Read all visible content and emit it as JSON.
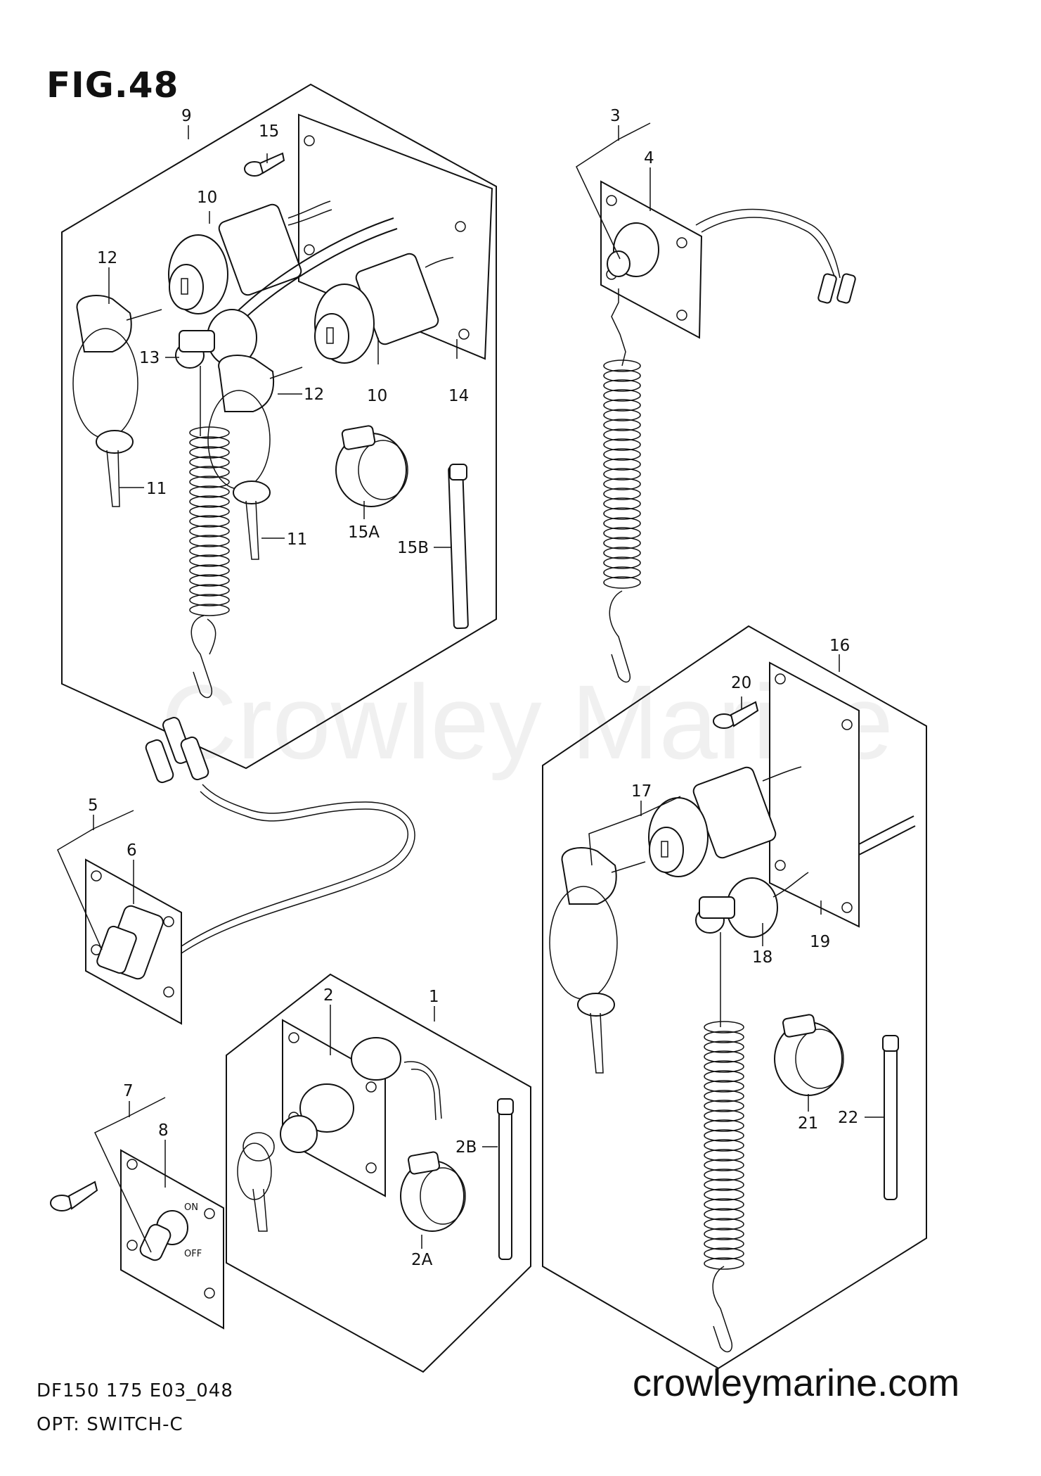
{
  "title": "FIG.48",
  "watermark": "Crowley Marine",
  "footer": {
    "model_code": "DF150 175  E03_048",
    "section": "OPT: SWITCH-C"
  },
  "brand_url": "crowleymarine.com",
  "switch_labels": {
    "on": "ON",
    "off": "OFF"
  },
  "callouts": {
    "p1": "1",
    "p2": "2",
    "p2A": "2A",
    "p2B": "2B",
    "p3": "3",
    "p4": "4",
    "p5": "5",
    "p6": "6",
    "p7": "7",
    "p8": "8",
    "p9": "9",
    "p10a": "10",
    "p10b": "10",
    "p11a": "11",
    "p11b": "11",
    "p12a": "12",
    "p12b": "12",
    "p13": "13",
    "p14": "14",
    "p15": "15",
    "p15A": "15A",
    "p15B": "15B",
    "p16": "16",
    "p17": "17",
    "p18": "18",
    "p19": "19",
    "p20": "20",
    "p21": "21",
    "p22": "22"
  }
}
